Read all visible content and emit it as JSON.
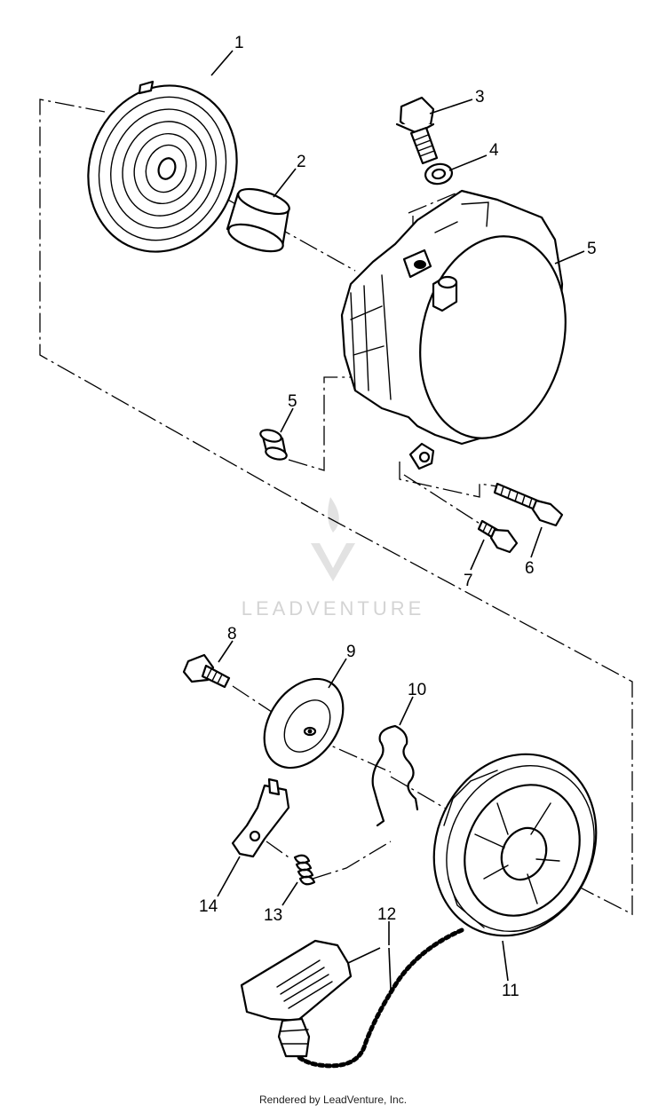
{
  "callouts": {
    "c1": "1",
    "c2": "2",
    "c3": "3",
    "c4": "4",
    "c5a": "5",
    "c5b": "5",
    "c6": "6",
    "c7": "7",
    "c8": "8",
    "c9": "9",
    "c10": "10",
    "c11": "11",
    "c12": "12",
    "c13": "13",
    "c14": "14"
  },
  "watermark": "LEADVENTURE",
  "footer": "Rendered by LeadVenture, Inc."
}
